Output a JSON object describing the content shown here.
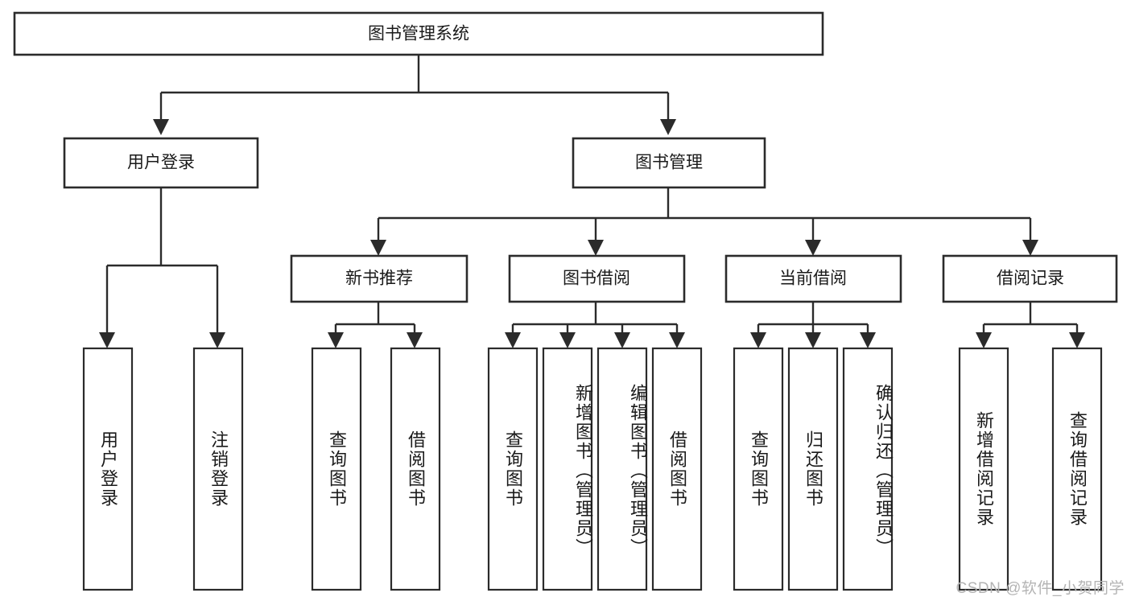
{
  "diagram": {
    "type": "tree",
    "title": "图书管理系统",
    "root": {
      "id": "root",
      "label": "图书管理系统",
      "orientation": "horizontal"
    },
    "level1": [
      {
        "id": "user-login",
        "label": "用户登录",
        "orientation": "horizontal"
      },
      {
        "id": "book-manage",
        "label": "图书管理",
        "orientation": "horizontal"
      }
    ],
    "level2": [
      {
        "id": "new-book-recommend",
        "label": "新书推荐",
        "orientation": "horizontal",
        "parent": "book-manage"
      },
      {
        "id": "book-borrow",
        "label": "图书借阅",
        "orientation": "horizontal",
        "parent": "book-manage"
      },
      {
        "id": "current-borrow",
        "label": "当前借阅",
        "orientation": "horizontal",
        "parent": "book-manage"
      },
      {
        "id": "borrow-record",
        "label": "借阅记录",
        "orientation": "horizontal",
        "parent": "book-manage"
      }
    ],
    "leaves": [
      {
        "id": "leaf-user-login",
        "label": "用户登录",
        "parent": "user-login",
        "orientation": "vertical"
      },
      {
        "id": "leaf-logout-login",
        "label": "注销登录",
        "parent": "user-login",
        "orientation": "vertical"
      },
      {
        "id": "leaf-query-book-1",
        "label": "查询图书",
        "parent": "new-book-recommend",
        "orientation": "vertical"
      },
      {
        "id": "leaf-borrow-book-1",
        "label": "借阅图书",
        "parent": "new-book-recommend",
        "orientation": "vertical"
      },
      {
        "id": "leaf-query-book-2",
        "label": "查询图书",
        "parent": "book-borrow",
        "orientation": "vertical"
      },
      {
        "id": "leaf-add-book",
        "label": "新增图书（管理员）",
        "parent": "book-borrow",
        "orientation": "vertical"
      },
      {
        "id": "leaf-edit-book",
        "label": "编辑图书（管理员）",
        "parent": "book-borrow",
        "orientation": "vertical"
      },
      {
        "id": "leaf-borrow-book-2",
        "label": "借阅图书",
        "parent": "book-borrow",
        "orientation": "vertical"
      },
      {
        "id": "leaf-query-book-3",
        "label": "查询图书",
        "parent": "current-borrow",
        "orientation": "vertical"
      },
      {
        "id": "leaf-return-book",
        "label": "归还图书",
        "parent": "current-borrow",
        "orientation": "vertical"
      },
      {
        "id": "leaf-confirm-return",
        "label": "确认归还（管理员）",
        "parent": "current-borrow",
        "orientation": "vertical"
      },
      {
        "id": "leaf-add-record",
        "label": "新增借阅记录",
        "parent": "borrow-record",
        "orientation": "vertical"
      },
      {
        "id": "leaf-query-record",
        "label": "查询借阅记录",
        "parent": "borrow-record",
        "orientation": "vertical"
      }
    ],
    "colors": {
      "background": "#ffffff",
      "box_stroke": "#2b2b2b",
      "box_fill": "#ffffff",
      "text": "#1a1a1a",
      "watermark": "#b4b4b4"
    }
  },
  "watermark": {
    "text": "CSDN @软件_小贺同学"
  }
}
